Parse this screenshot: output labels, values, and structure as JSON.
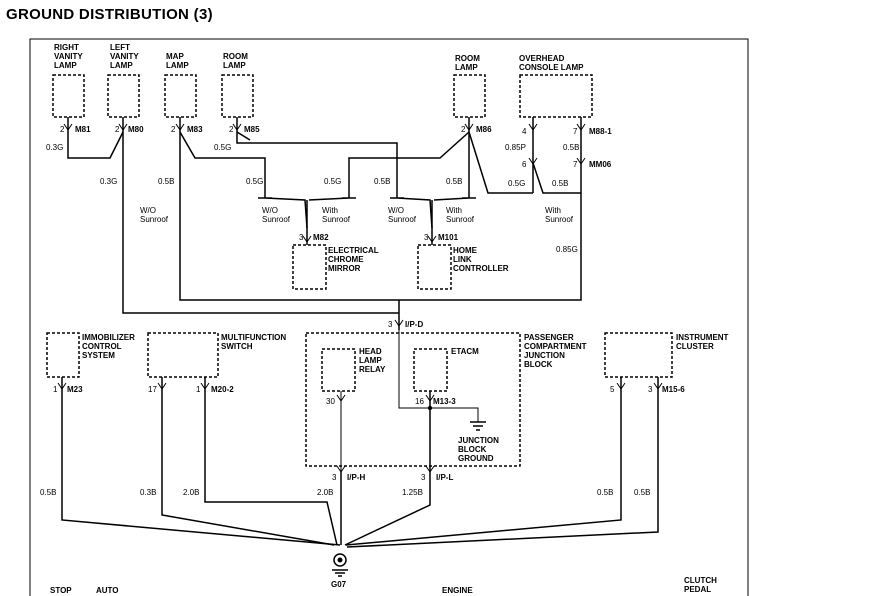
{
  "title": "GROUND DISTRIBUTION (3)",
  "components": {
    "right_vanity_lamp": [
      "RIGHT",
      "VANITY",
      "LAMP"
    ],
    "left_vanity_lamp": [
      "LEFT",
      "VANITY",
      "LAMP"
    ],
    "map_lamp": [
      "MAP",
      "LAMP"
    ],
    "room_lamp_1": [
      "ROOM",
      "LAMP"
    ],
    "room_lamp_2": [
      "ROOM",
      "LAMP"
    ],
    "overhead_console_lamp": [
      "OVERHEAD",
      "CONSOLE LAMP"
    ],
    "electrical_chrome_mirror": [
      "ELECTRICAL",
      "CHROME",
      "MIRROR"
    ],
    "home_link_controller": [
      "HOME",
      "LINK",
      "CONTROLLER"
    ],
    "immobilizer": [
      "IMMOBILIZER",
      "CONTROL",
      "SYSTEM"
    ],
    "multifunction_switch": [
      "MULTIFUNCTION",
      "SWITCH"
    ],
    "pcjb": [
      "PASSENGER",
      "COMPARTMENT",
      "JUNCTION",
      "BLOCK"
    ],
    "head_lamp_relay": [
      "HEAD",
      "LAMP",
      "RELAY"
    ],
    "etacm": [
      "ETACM"
    ],
    "jb_ground": [
      "JUNCTION",
      "BLOCK",
      "GROUND"
    ],
    "instrument_cluster": [
      "INSTRUMENT",
      "CLUSTER"
    ]
  },
  "connectors": {
    "m81": "M81",
    "m80": "M80",
    "m83": "M83",
    "m85": "M85",
    "m86": "M86",
    "m88_1": "M88-1",
    "mm06": "MM06",
    "m82": "M82",
    "m101": "M101",
    "ipd": "I/P-D",
    "m23": "M23",
    "m20_2": "M20-2",
    "m13_3": "M13-3",
    "m15_6": "M15-6",
    "iph": "I/P-H",
    "ipl": "I/P-L",
    "g07": "G07"
  },
  "pins": {
    "m81": "2",
    "m80": "2",
    "m83": "2",
    "m85": "2",
    "m86": "2",
    "m88_4": "4",
    "m88_7": "7",
    "mm06_6": "6",
    "mm06_7": "7",
    "m82": "3",
    "m101": "3",
    "ipd": "3",
    "m23": "1",
    "m20_17": "17",
    "m20_1": "1",
    "hlr": "30",
    "m13": "16",
    "m15_5": "5",
    "m15_3": "3",
    "iph": "3",
    "ipl": "3"
  },
  "wires": {
    "w_m81": "0.3G",
    "w_m80": "0.3G",
    "w_m83": "0.5B",
    "w_m85": "0.5G",
    "w_mirror_l": "0.5G",
    "w_mirror_r": "0.5G",
    "w_home_l": "0.5B",
    "w_home_r": "0.5B",
    "w_m86_r": "0.5G",
    "w_m88_4": "0.85P",
    "w_m88_7": "0.5B",
    "w_mm06_6": "0.5G",
    "w_mm06_7": "0.5B",
    "w_overhead_down": "0.85G",
    "w_m23": "0.5B",
    "w_m20_17": "0.3B",
    "w_m20_1": "2.0B",
    "w_iph": "2.0B",
    "w_ipl": "1.25B",
    "w_m15_5": "0.5B",
    "w_m15_3": "0.5B"
  },
  "options": {
    "wo_sunroof_left": [
      "W/O",
      "Sunroof"
    ],
    "mirror_wo": [
      "W/O",
      "Sunroof"
    ],
    "mirror_with": [
      "With",
      "Sunroof"
    ],
    "home_wo": [
      "W/O",
      "Sunroof"
    ],
    "home_with": [
      "With",
      "Sunroof"
    ],
    "overhead_with": [
      "With",
      "Sunroof"
    ]
  },
  "bottom_labels": {
    "clutch_pedal": [
      "CLUTCH",
      "PEDAL"
    ],
    "engine": "ENGINE",
    "auto": "AUTO",
    "stop": "STOP"
  }
}
